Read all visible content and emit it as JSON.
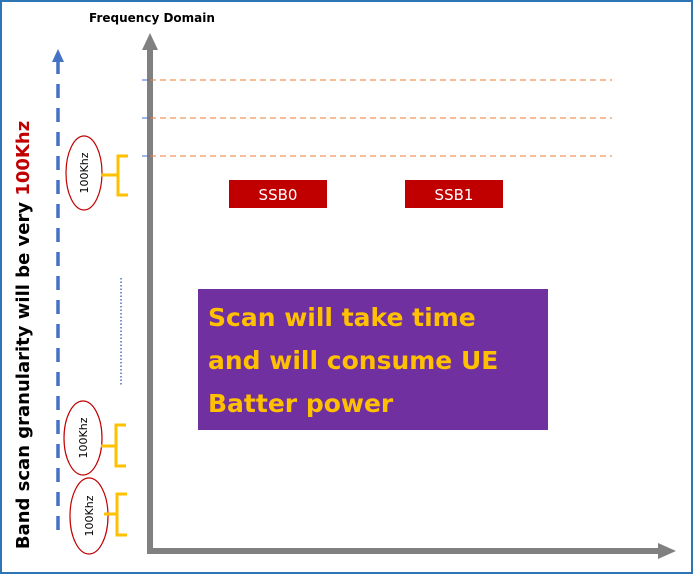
{
  "title": "Frequency Domain",
  "side_label": {
    "prefix": "Band scan granularity will be very ",
    "highlight": "100Khz"
  },
  "ssb_blocks": [
    "SSB0",
    "SSB1"
  ],
  "callout_lines": [
    "Scan will take time",
    "and will consume UE",
    "Batter power"
  ],
  "step_labels": [
    "100Khz",
    "100Khz",
    "100Khz"
  ],
  "colors": {
    "frame": "#2e75b6",
    "axis": "#808080",
    "dash_arrow": "#4472c4",
    "guide": "#ed7d31",
    "ssb": "#c00000",
    "callout_bg": "#7030a0",
    "callout_text": "#ffc000",
    "brace": "#ffc000",
    "ellipse": "#c00000"
  }
}
